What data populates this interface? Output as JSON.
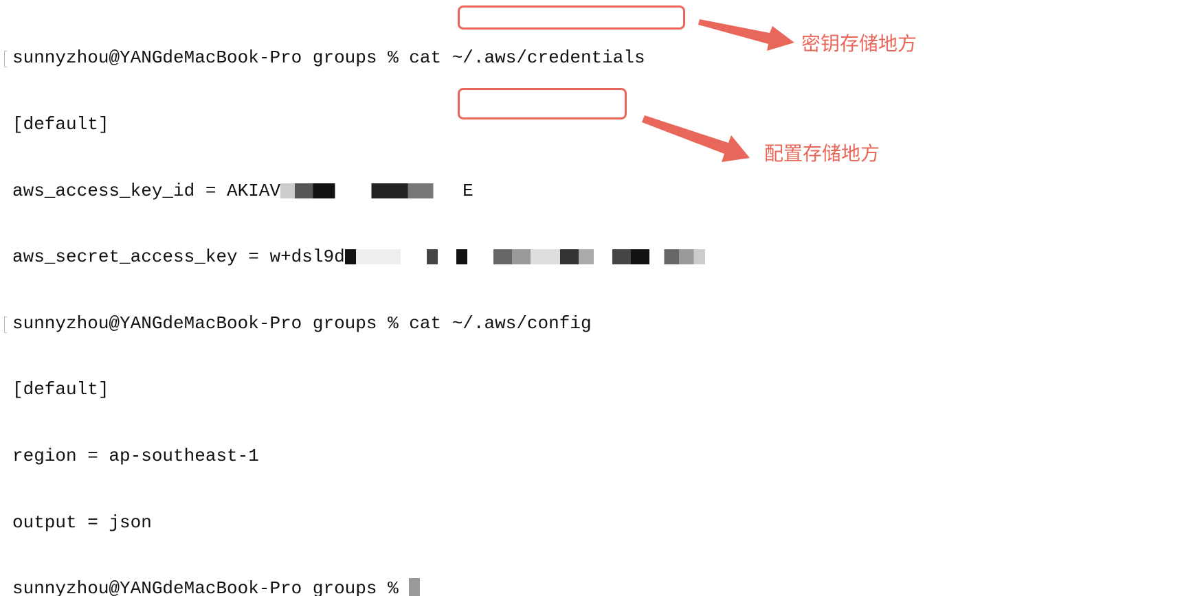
{
  "terminal": {
    "prompt": "sunnyzhou@YANGdeMacBook-Pro groups % ",
    "lines": [
      {
        "cmd": "cat ~/.aws/credentials"
      },
      {
        "text": "[default]"
      },
      {
        "text": "aws_access_key_id = AKIAV",
        "tail": "E"
      },
      {
        "text": "aws_secret_access_key = w+dsl9d"
      },
      {
        "cmd": "cat ~/.aws/config"
      },
      {
        "text": "[default]"
      },
      {
        "text": "region = ap-southeast-1"
      },
      {
        "text": "output = json"
      }
    ]
  },
  "annotations": {
    "credentials_label": "密钥存储地方",
    "config_label": "配置存储地方",
    "color": "#e8675a"
  }
}
